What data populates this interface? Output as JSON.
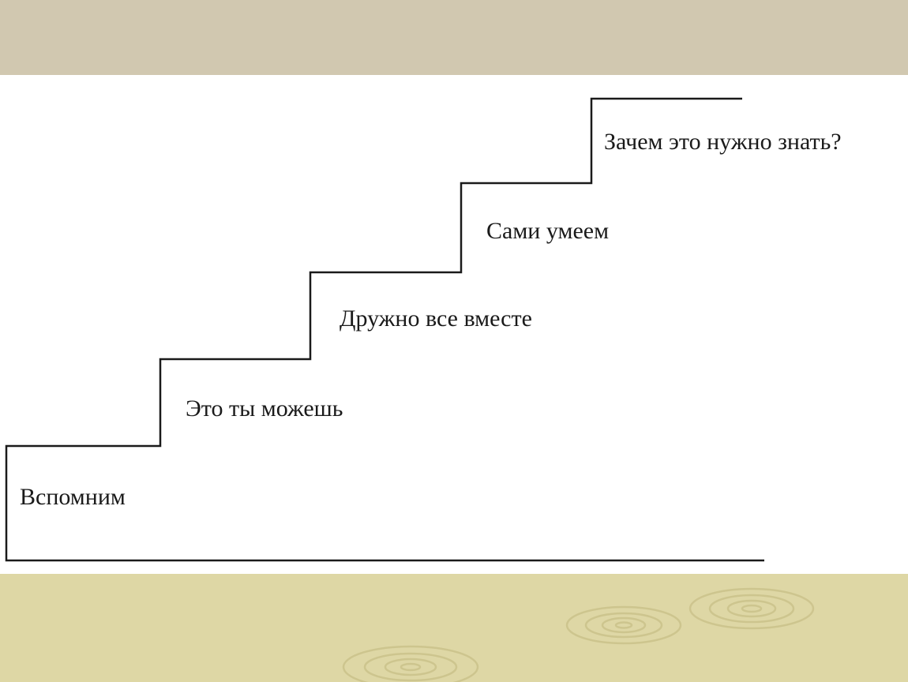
{
  "slide": {
    "background_color": "#ffffff",
    "top_band_color": "#d1c8b0",
    "bottom_band_color": "#ded7a5",
    "ripple_color": "#c9c189",
    "line_color": "#1a1a1a"
  },
  "diagram": {
    "type": "staircase",
    "steps": [
      {
        "label": "Вспомним"
      },
      {
        "label": "Это ты можешь"
      },
      {
        "label": "Дружно все вместе"
      },
      {
        "label": "Сами умеем"
      },
      {
        "label": "Зачем это нужно знать?"
      }
    ]
  }
}
